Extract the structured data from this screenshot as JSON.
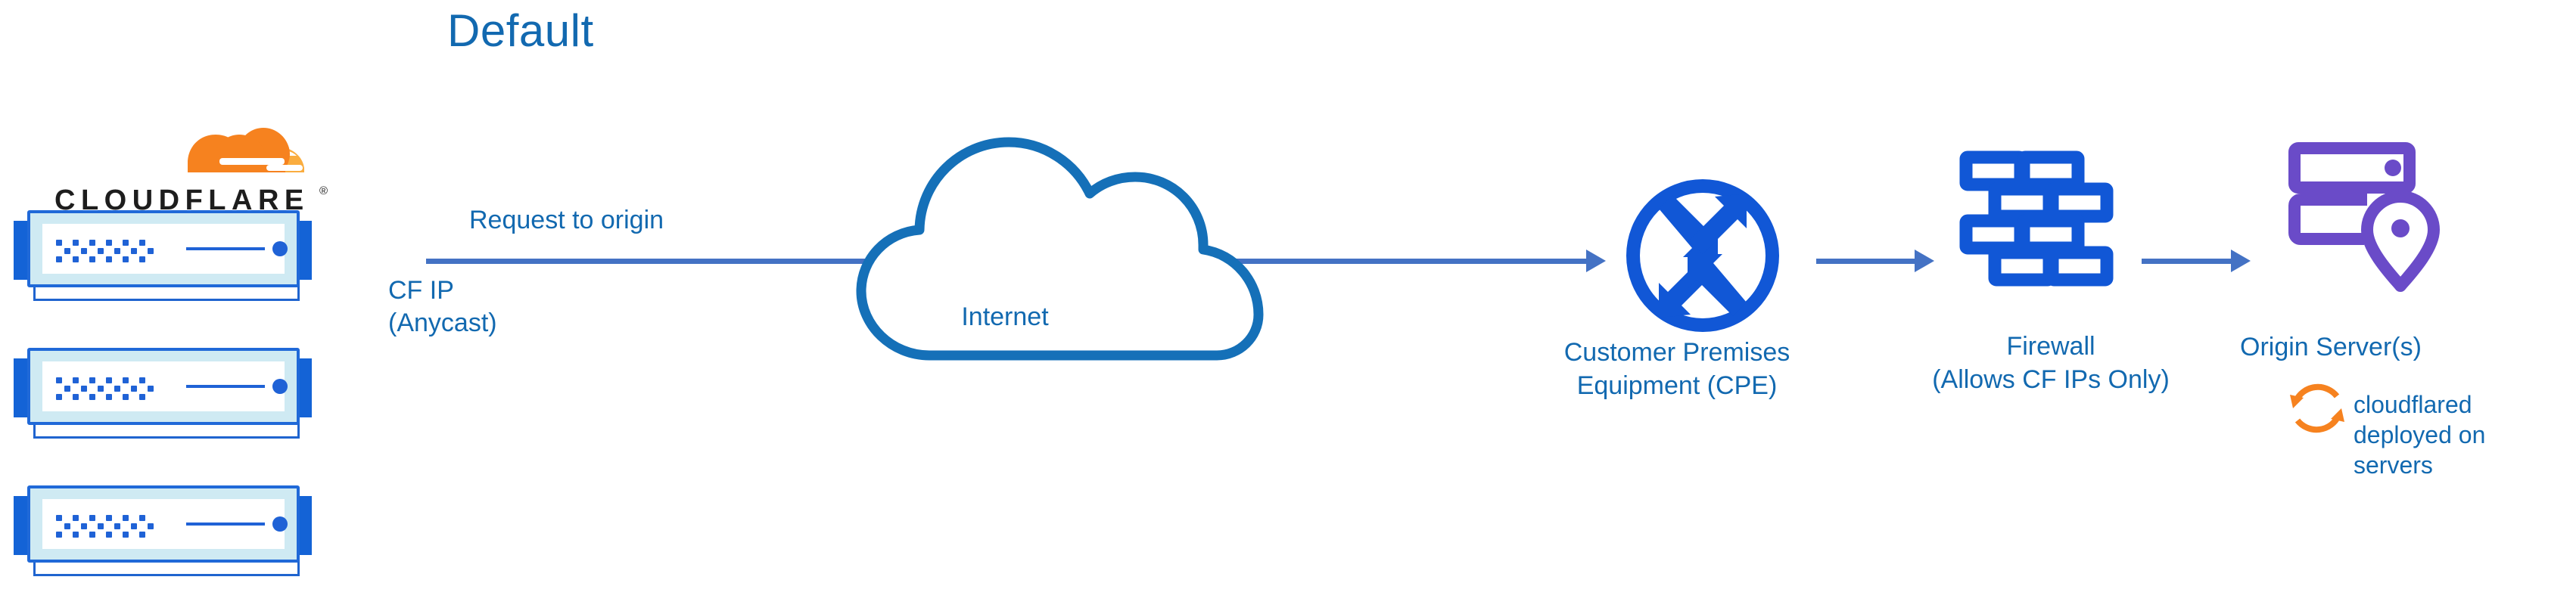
{
  "diagram": {
    "title": "Default",
    "domain": "network-architecture"
  },
  "brand": {
    "name": "CLOUDFLARE",
    "registered_mark": "®",
    "logo_colors": {
      "cloud_main": "#f6821f",
      "cloud_light": "#faad3f",
      "wordmark": "#1d1d1d"
    }
  },
  "colors": {
    "title_blue": "#1269b0",
    "label_blue": "#1269b0",
    "arrow_blue": "#4472c4",
    "icon_blue": "#1463d6",
    "cloud_outline_blue": "#1570b8",
    "server_purple": "#6a4bc8",
    "cloudflared_orange": "#f6821f",
    "server_panel": "#cfeaf3"
  },
  "nodes": [
    {
      "id": "cloudflare-edge",
      "label": "CF IP\n(Anycast)",
      "icon": "server-stack-icon",
      "count": 3
    },
    {
      "id": "internet",
      "label": "Internet",
      "icon": "cloud-icon"
    },
    {
      "id": "cpe",
      "label": "Customer Premises\nEquipment (CPE)",
      "icon": "router-icon"
    },
    {
      "id": "firewall",
      "label": "Firewall\n(Allows CF IPs Only)",
      "icon": "brick-wall-icon"
    },
    {
      "id": "origin",
      "label": "Origin Server(s)",
      "icon": "server-location-icon"
    }
  ],
  "annotations": {
    "request_to_origin": "Request to origin",
    "cf_ip": "CF IP\n(Anycast)",
    "internet": "Internet",
    "cpe": "Customer Premises\nEquipment (CPE)",
    "firewall": "Firewall\n(Allows CF IPs Only)",
    "origin_server": "Origin Server(s)",
    "cloudflared": "cloudflared\ndeployed on\nservers"
  },
  "flow": {
    "arrows": [
      {
        "from": "cloudflare-edge",
        "to": "cpe",
        "label": "Request to origin"
      },
      {
        "from": "cpe",
        "to": "firewall",
        "label": ""
      },
      {
        "from": "firewall",
        "to": "origin",
        "label": ""
      }
    ]
  }
}
